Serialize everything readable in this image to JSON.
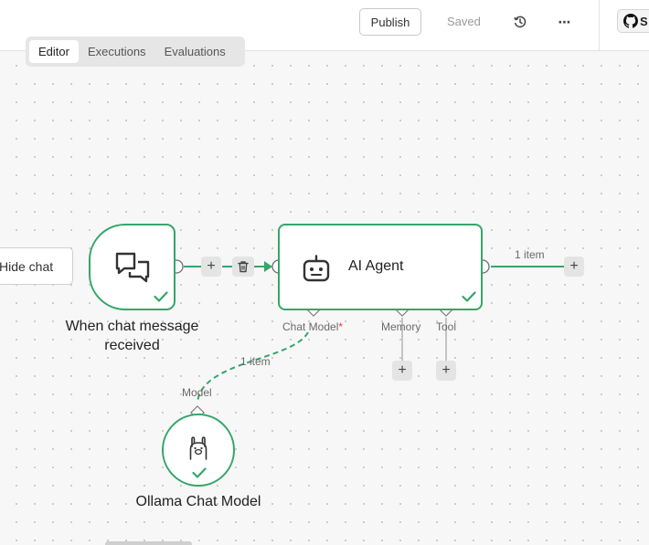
{
  "topbar": {
    "publish_label": "Publish",
    "saved_label": "Saved",
    "history_icon": "history-icon",
    "more_label": "⋯",
    "github_label": "S"
  },
  "tabs": [
    {
      "label": "Editor",
      "active": true
    },
    {
      "label": "Executions",
      "active": false
    },
    {
      "label": "Evaluations",
      "active": false
    }
  ],
  "canvas": {
    "hide_chat_label": "Hide chat",
    "nodes": {
      "trigger": {
        "label_line1": "When chat message",
        "label_line2": "received",
        "icon": "chat-bubbles-icon",
        "status": "success"
      },
      "agent": {
        "label": "AI Agent",
        "icon": "robot-icon",
        "status": "success"
      },
      "model": {
        "label": "Ollama Chat Model",
        "icon": "ollama-llama-icon",
        "status": "success"
      }
    },
    "ports": {
      "chat_model_label": "Chat Model",
      "chat_model_required": "*",
      "memory_label": "Memory",
      "tool_label": "Tool",
      "model_label": "Model"
    },
    "connections": {
      "agent_output_items": "1 item",
      "model_link_items": "1 item"
    },
    "plus_label": "+"
  },
  "colors": {
    "success_green": "#35a66a",
    "canvas_bg": "#f7f7f7",
    "required_red": "#e0473b"
  }
}
